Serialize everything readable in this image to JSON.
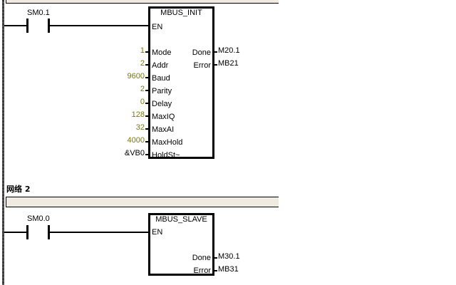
{
  "network1": {
    "contact": "SM0.1",
    "block": {
      "title": "MBUS_INIT",
      "en": "EN",
      "inputs": [
        {
          "pin": "Mode",
          "value": "1"
        },
        {
          "pin": "Addr",
          "value": "2"
        },
        {
          "pin": "Baud",
          "value": "9600"
        },
        {
          "pin": "Parity",
          "value": "2"
        },
        {
          "pin": "Delay",
          "value": "0"
        },
        {
          "pin": "MaxIQ",
          "value": "128"
        },
        {
          "pin": "MaxAI",
          "value": "32"
        },
        {
          "pin": "MaxHold",
          "value": "4000"
        },
        {
          "pin": "HoldSt~",
          "value": "&VB0"
        }
      ],
      "outputs": [
        {
          "pin": "Done",
          "value": "M20.1"
        },
        {
          "pin": "Error",
          "value": "MB21"
        }
      ]
    }
  },
  "network2": {
    "title": "网络 2",
    "comment": "",
    "contact": "SM0.0",
    "block": {
      "title": "MBUS_SLAVE",
      "en": "EN",
      "outputs": [
        {
          "pin": "Done",
          "value": "M30.1"
        },
        {
          "pin": "Error",
          "value": "MB31"
        }
      ]
    }
  },
  "colors": {
    "constant_value": "#7a7a00",
    "comment_bg": "#efebe0"
  }
}
